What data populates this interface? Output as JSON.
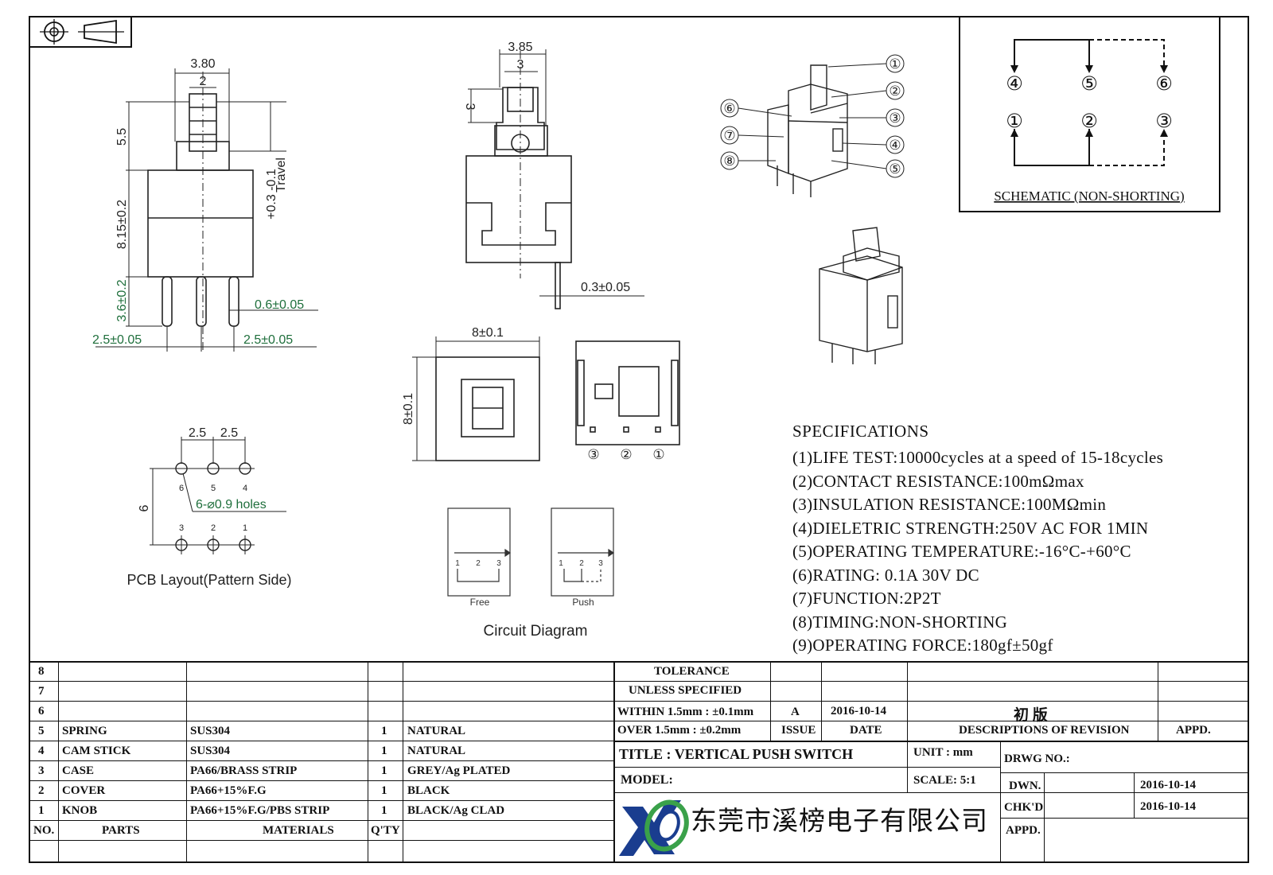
{
  "drawing": {
    "side_view": {
      "dims": {
        "top_width": "3.80",
        "stem_width": "2",
        "stem_height": "5.5",
        "body_height": "8.15±0.2",
        "pin_length": "3.6±0.2",
        "pin_width": "0.6±0.05",
        "pitch_left": "2.5±0.05",
        "pitch_right": "2.5±0.05",
        "travel": "Travel",
        "travel_tol": "+0.3\n-0.1"
      }
    },
    "front_view": {
      "dims": {
        "top_outer": "3.85",
        "top_inner": "3",
        "slot_height": "3",
        "pin_thickness": "0.3±0.05"
      }
    },
    "top_view": {
      "dims": {
        "width": "8±0.1",
        "height": "8±0.1"
      }
    },
    "bottom_view": {
      "pins": [
        "③",
        "②",
        "①"
      ]
    },
    "iso_labels": [
      "①",
      "②",
      "③",
      "④",
      "⑤",
      "⑥",
      "⑦",
      "⑧"
    ],
    "pcb_layout": {
      "caption": "PCB Layout(Pattern Side)",
      "pitch_1": "2.5",
      "pitch_2": "2.5",
      "row_spacing": "6",
      "holes": "6-⌀0.9  holes",
      "top_labels": [
        "6",
        "5",
        "4"
      ],
      "bottom_labels": [
        "3",
        "2",
        "1"
      ]
    },
    "circuit_diagram": {
      "caption": "Circuit Diagram",
      "free_label": "Free",
      "push_label": "Push",
      "pin_labels": [
        "1",
        "2",
        "3"
      ]
    },
    "schematic": {
      "title": "SCHEMATIC (NON-SHORTING)",
      "top_pins": [
        "④",
        "⑤",
        "⑥"
      ],
      "bottom_pins": [
        "①",
        "②",
        "③"
      ]
    }
  },
  "specifications": {
    "title": "SPECIFICATIONS",
    "items": [
      "(1)LIFE TEST:10000cycles at a speed of 15-18cycles",
      "(2)CONTACT RESISTANCE:100mΩmax",
      "(3)INSULATION RESISTANCE:100MΩmin",
      "(4)DIELETRIC STRENGTH:250V AC FOR 1MIN",
      "(5)OPERATING TEMPERATURE:-16°C-+60°C",
      "(6)RATING: 0.1A 30V DC",
      "(7)FUNCTION:2P2T",
      "(8)TIMING:NON-SHORTING",
      "(9)OPERATING FORCE:180gf±50gf"
    ]
  },
  "bom": {
    "headers": {
      "no": "NO.",
      "parts": "PARTS",
      "materials": "MATERIALS",
      "qty": "Q'TY"
    },
    "rows": [
      {
        "no": "8",
        "part": "",
        "material": "",
        "qty": "",
        "finish": ""
      },
      {
        "no": "7",
        "part": "",
        "material": "",
        "qty": "",
        "finish": ""
      },
      {
        "no": "6",
        "part": "",
        "material": "",
        "qty": "",
        "finish": ""
      },
      {
        "no": "5",
        "part": "SPRING",
        "material": "SUS304",
        "qty": "1",
        "finish": "NATURAL"
      },
      {
        "no": "4",
        "part": "CAM STICK",
        "material": "SUS304",
        "qty": "1",
        "finish": "NATURAL"
      },
      {
        "no": "3",
        "part": "CASE",
        "material": "PA66/BRASS STRIP",
        "qty": "1",
        "finish": "GREY/Ag PLATED"
      },
      {
        "no": "2",
        "part": "COVER",
        "material": "PA66+15%F.G",
        "qty": "1",
        "finish": "BLACK"
      },
      {
        "no": "1",
        "part": "KNOB",
        "material": "PA66+15%F.G/PBS STRIP",
        "qty": "1",
        "finish": "BLACK/Ag CLAD"
      }
    ]
  },
  "title_block": {
    "tolerance_title": "TOLERANCE",
    "tolerance_sub": "UNLESS  SPECIFIED",
    "tol_within": "WITHIN 1.5mm : ±0.1mm",
    "tol_over": "OVER 1.5mm : ±0.2mm",
    "issue_value": "A",
    "date_value": "2016-10-14",
    "revision_desc": "初  版",
    "issue_header": "ISSUE",
    "date_header": "DATE",
    "desc_header": "DESCRIPTIONS OF REVISION",
    "appd_header": "APPD.",
    "title_label": "TITLE :  VERTICAL PUSH SWITCH",
    "unit_label": "UNIT :  mm",
    "drwg_label": "DRWG NO.:",
    "model_label": "MODEL:",
    "scale_label": "SCALE:  5:1",
    "dwn_label": "DWN.",
    "dwn_date": "2016-10-14",
    "chkd_label": "CHK'D",
    "chkd_date": "2016-10-14",
    "appd_label": "APPD.",
    "company": "东莞市溪榜电子有限公司"
  },
  "colors": {
    "line": "#111111",
    "dim_green": "#1f6f3c",
    "logo_blue": "#1a3d8f",
    "logo_green": "#3aa14a"
  }
}
